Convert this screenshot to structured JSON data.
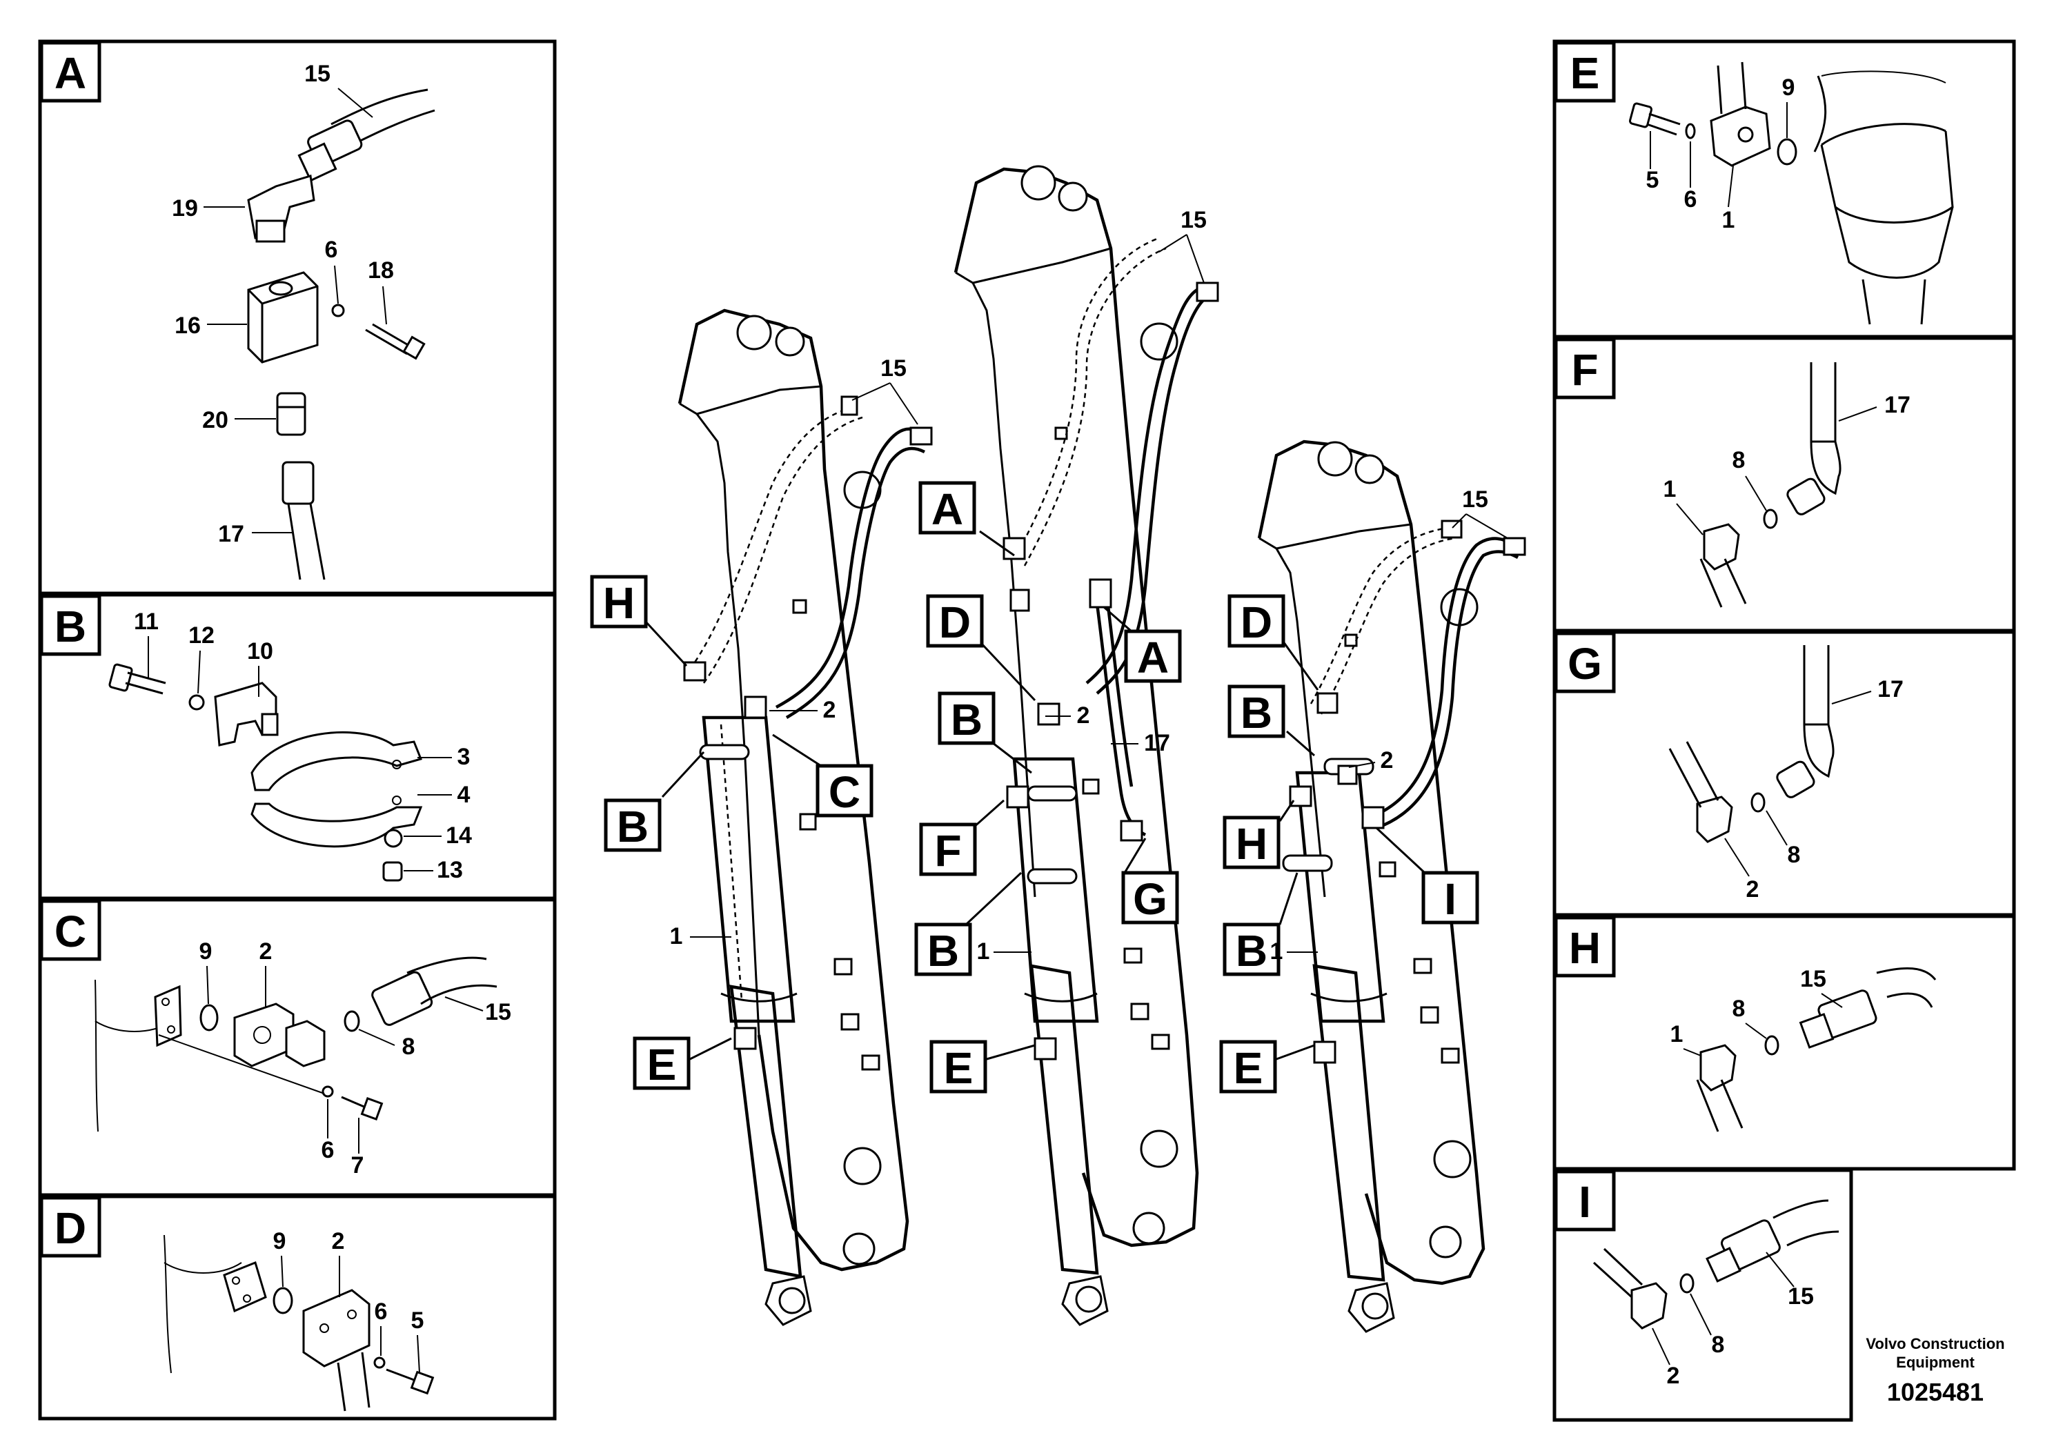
{
  "panels": {
    "A": {
      "letter": "A",
      "labels": [
        "15",
        "19",
        "6",
        "18",
        "16",
        "20",
        "17"
      ]
    },
    "B": {
      "letter": "B",
      "labels": [
        "11",
        "12",
        "10",
        "3",
        "4",
        "14",
        "13"
      ]
    },
    "C": {
      "letter": "C",
      "labels": [
        "9",
        "2",
        "15",
        "8",
        "6",
        "7"
      ]
    },
    "D": {
      "letter": "D",
      "labels": [
        "9",
        "2",
        "6",
        "5"
      ]
    },
    "E": {
      "letter": "E",
      "labels": [
        "9",
        "5",
        "6",
        "1"
      ]
    },
    "F": {
      "letter": "F",
      "labels": [
        "17",
        "8",
        "1"
      ]
    },
    "G": {
      "letter": "G",
      "labels": [
        "17",
        "8",
        "2"
      ]
    },
    "H": {
      "letter": "H",
      "labels": [
        "15",
        "8",
        "1"
      ]
    },
    "I": {
      "letter": "I",
      "labels": [
        "15",
        "8",
        "2"
      ]
    }
  },
  "assembly_left": {
    "callouts": [
      "H",
      "B",
      "C",
      "E"
    ],
    "labels": [
      "15",
      "2",
      "1"
    ]
  },
  "assembly_middle": {
    "callouts": [
      "A",
      "D",
      "B",
      "F",
      "B",
      "E",
      "A",
      "G"
    ],
    "labels": [
      "15",
      "2",
      "17",
      "1"
    ]
  },
  "assembly_right": {
    "callouts": [
      "D",
      "B",
      "H",
      "B",
      "E",
      "I"
    ],
    "labels": [
      "15",
      "2",
      "1"
    ]
  },
  "footer": {
    "brand_line1": "Volvo Construction",
    "brand_line2": "Equipment",
    "drawing_number": "1025481"
  }
}
